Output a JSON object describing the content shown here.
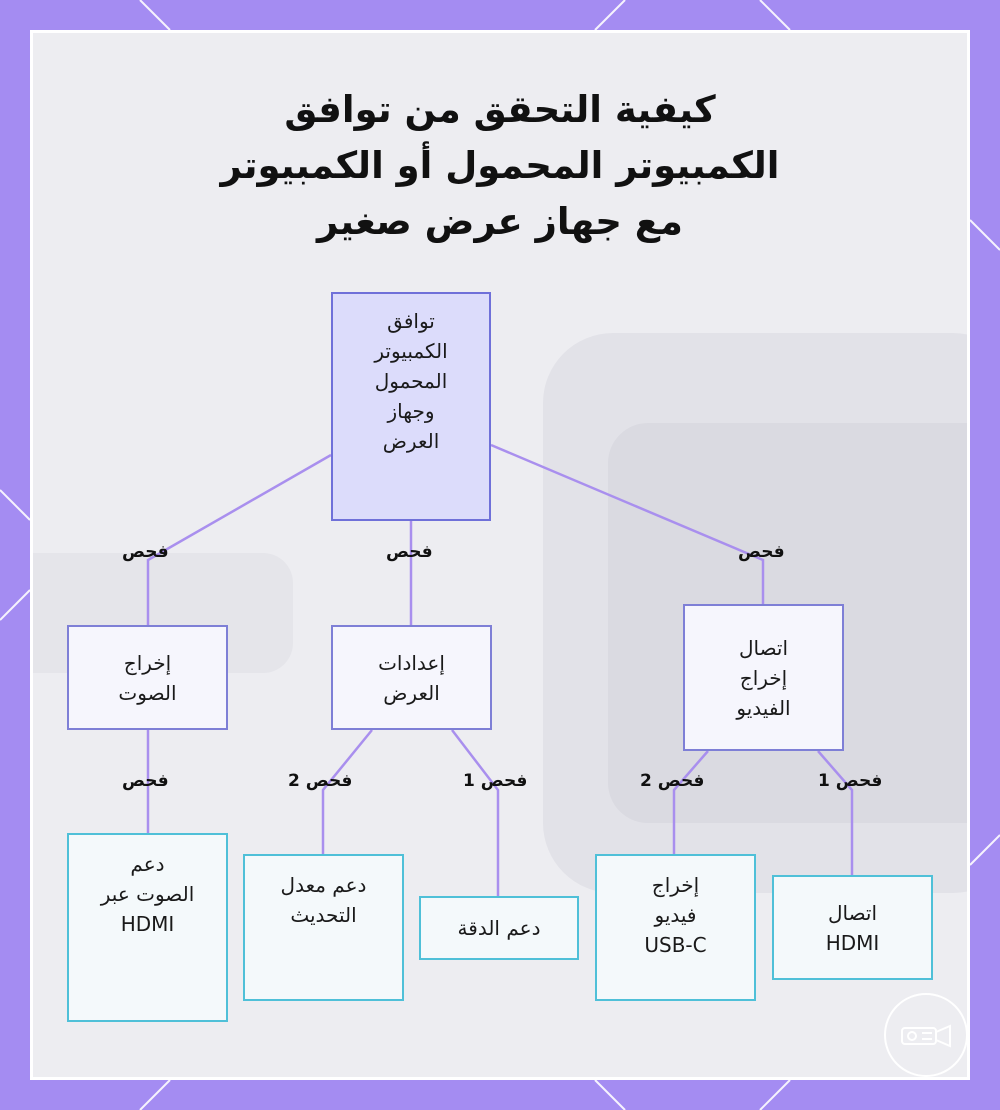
{
  "title": {
    "line1": "كيفية التحقق من توافق",
    "line2": "الكمبيوتر المحمول أو الكمبيوتر",
    "line3": "مع جهاز عرض صغير"
  },
  "nodes": {
    "root": "توافق\nالكمبيوتر\nالمحمول\nوجهاز\nالعرض",
    "audio_output": "إخراج\nالصوت",
    "display_settings": "إعدادات\nالعرض",
    "video_output": "اتصال\nإخراج\nالفيديو",
    "hdmi_audio": "دعم\nالصوت عبر\nHDMI",
    "refresh_rate": "دعم معدل\nالتحديث",
    "resolution": "دعم الدقة",
    "usbc_video": "إخراج\nفيديو\nUSB-C",
    "hdmi_connection": "اتصال\nHDMI"
  },
  "edges": {
    "root_audio": "فحص",
    "root_display": "فحص",
    "root_video": "فحص",
    "audio_hdmi": "فحص",
    "display_refresh": "فحص 2",
    "display_resolution": "فحص 1",
    "video_usbc": "فحص 2",
    "video_hdmi": "فحص 1"
  },
  "colors": {
    "frame": "#a48cf2",
    "root_fill": "#dcdcfb",
    "root_border": "#6f70d9",
    "mid_border": "#7e7fd6",
    "leaf_border": "#4fc0d8",
    "connector": "#a98fee"
  },
  "icons": {
    "logo": "projector-icon"
  }
}
